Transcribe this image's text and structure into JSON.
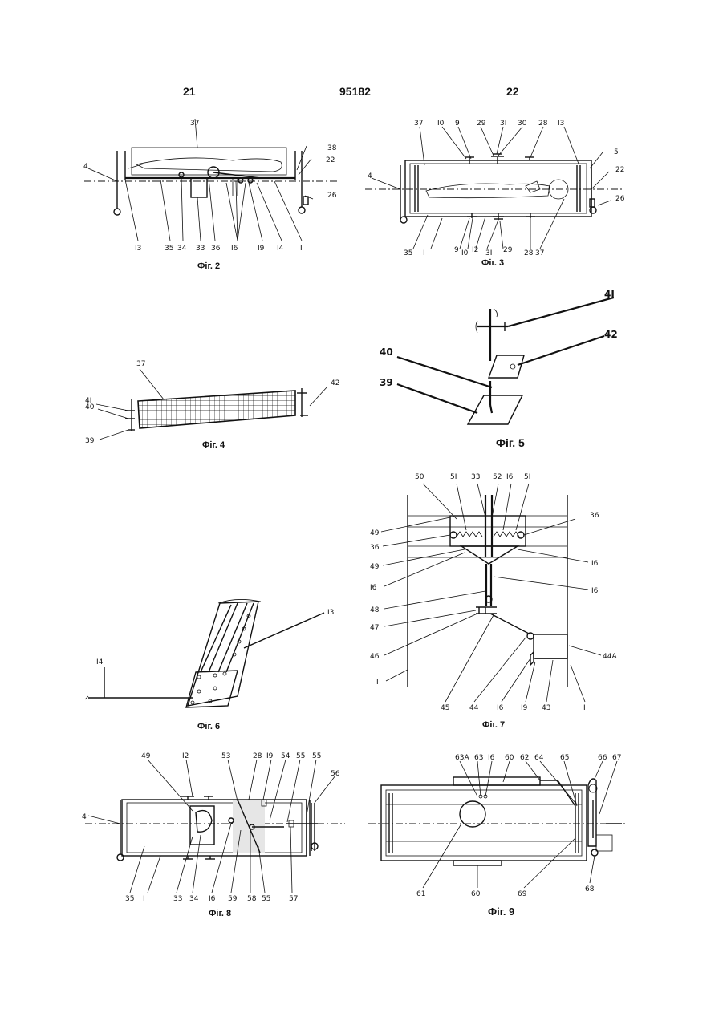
{
  "header": {
    "page_left": "21",
    "patent_number": "95182",
    "page_right": "22"
  },
  "figures": {
    "fig2": {
      "caption": "Фіг. 2",
      "labels": {
        "l37": "37",
        "l38": "38",
        "l22": "22",
        "l4": "4",
        "l26": "26",
        "l13": "I3",
        "l35": "35",
        "l34": "34",
        "l33": "33",
        "l36": "36",
        "l16": "I6",
        "l19": "I9",
        "l14": "I4",
        "l1": "I"
      }
    },
    "fig3": {
      "caption": "Фіг. 3",
      "labels": {
        "l37a": "37",
        "l10": "I0",
        "l9": "9",
        "l29": "29",
        "l31": "3I",
        "l30": "30",
        "l28": "28",
        "l13": "I3",
        "l5": "5",
        "l4": "4",
        "l22": "22",
        "l26": "26",
        "l35": "35",
        "l1": "I",
        "l9b": "9",
        "l10b": "I0",
        "l12": "I2",
        "l31b": "3I",
        "l29b": "29",
        "l28b": "28",
        "l37b": "37"
      }
    },
    "fig4": {
      "caption": "Фіг. 4",
      "labels": {
        "l37": "37",
        "l41": "4I",
        "l40": "40",
        "l39": "39",
        "l42": "42"
      }
    },
    "fig5": {
      "caption": "Фіг. 5",
      "labels": {
        "l41": "4I",
        "l42": "42",
        "l40": "40",
        "l39": "39"
      }
    },
    "fig6": {
      "caption": "Фіг. 6",
      "labels": {
        "l13": "I3",
        "l14": "I4"
      }
    },
    "fig7": {
      "caption": "Фіг. 7",
      "labels": {
        "l50": "50",
        "l51": "5I",
        "l33": "33",
        "l52": "52",
        "l16": "I6",
        "l51b": "5I",
        "l36": "36",
        "l49": "49",
        "l36b": "36",
        "l49b": "49",
        "l16b": "I6",
        "l16c": "I6",
        "l16d": "I6",
        "l48": "48",
        "l47": "47",
        "l46": "46",
        "l44a": "44A",
        "l1": "I",
        "l45": "45",
        "l44": "44",
        "l16e": "I6",
        "l19": "I9",
        "l43": "43",
        "l1b": "I"
      }
    },
    "fig8": {
      "caption": "Фіг. 8",
      "labels": {
        "l49": "49",
        "l12": "I2",
        "l53": "53",
        "l28": "28",
        "l19": "I9",
        "l54": "54",
        "l55": "55",
        "l55b": "55",
        "l56": "56",
        "l4": "4",
        "l35": "35",
        "l1": "I",
        "l33": "33",
        "l34": "34",
        "l16": "I6",
        "l59": "59",
        "l58": "58",
        "l55c": "55",
        "l57": "57"
      }
    },
    "fig9": {
      "caption": "Фіг. 9",
      "labels": {
        "l63a": "63A",
        "l63": "63",
        "l16": "I6",
        "l60": "60",
        "l62": "62",
        "l64": "64",
        "l65": "65",
        "l66": "66",
        "l67": "67",
        "l61": "61",
        "l60b": "60",
        "l69": "69",
        "l68": "68"
      }
    }
  }
}
